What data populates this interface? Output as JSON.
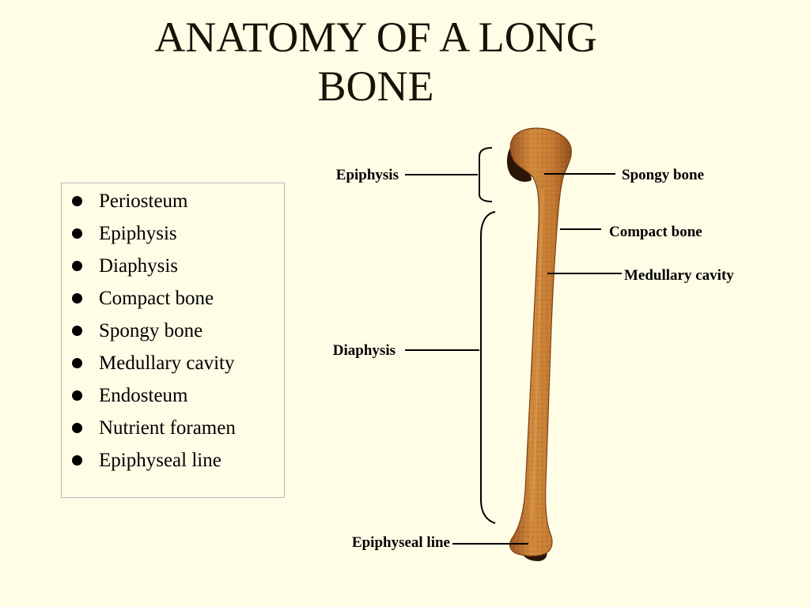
{
  "title": {
    "line1": "ANATOMY OF A LONG",
    "line2": "BONE"
  },
  "terms": [
    "Periosteum",
    "Epiphysis",
    "Diaphysis",
    "Compact bone",
    "Spongy bone",
    "Medullary cavity",
    "Endosteum",
    "Nutrient foramen",
    "Epiphyseal line"
  ],
  "callouts": {
    "epiphysis": "Epiphysis",
    "spongy_bone": "Spongy bone",
    "compact_bone": "Compact bone",
    "medullary_cavity": "Medullary cavity",
    "diaphysis": "Diaphysis",
    "epiphyseal_line": "Epiphyseal line"
  },
  "colors": {
    "background": "#fffde6",
    "bone": "#c4782f",
    "bone_dark": "#8a4a17",
    "bone_shadow": "#2a1508"
  }
}
